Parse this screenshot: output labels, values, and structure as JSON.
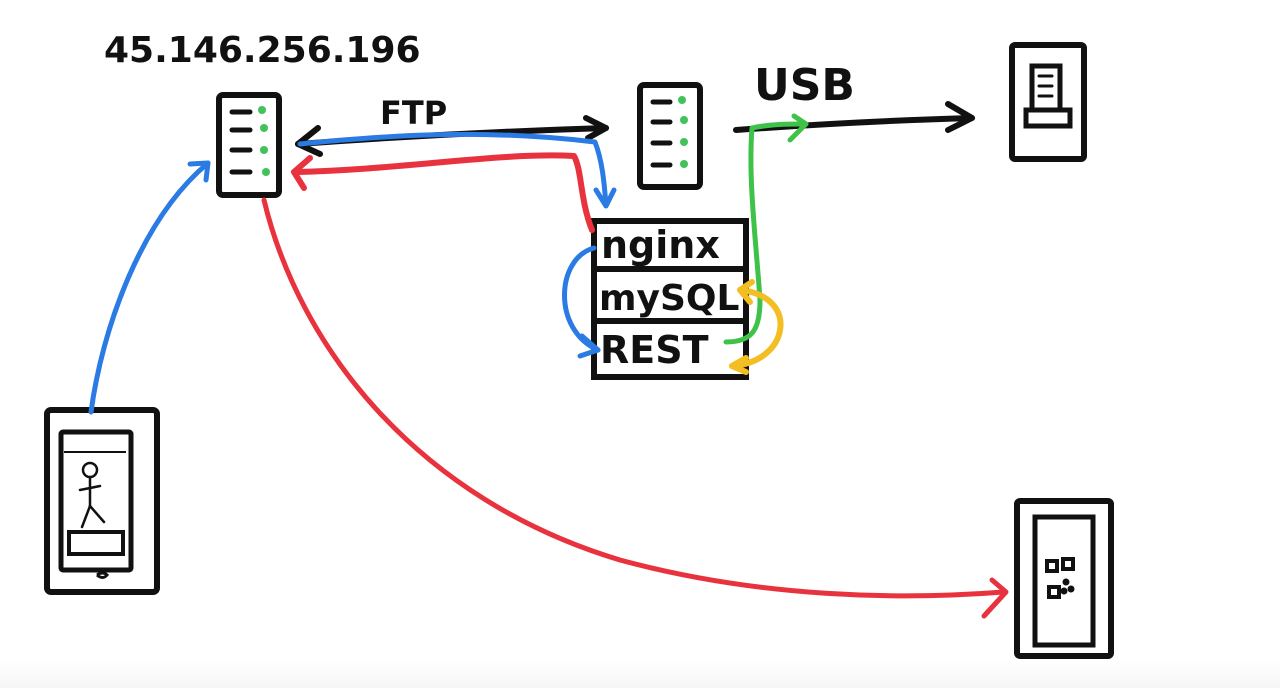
{
  "labels": {
    "server_ip": "45.146.256.196",
    "ftp": "FTP",
    "usb": "USB"
  },
  "stack": {
    "layers": [
      "nginx",
      "mySQL",
      "REST"
    ]
  },
  "colors": {
    "ink": "#111111",
    "blue": "#2a7be4",
    "red": "#e8333f",
    "green": "#3fc24a",
    "yellow": "#f3be21",
    "led": "#43c15a"
  }
}
